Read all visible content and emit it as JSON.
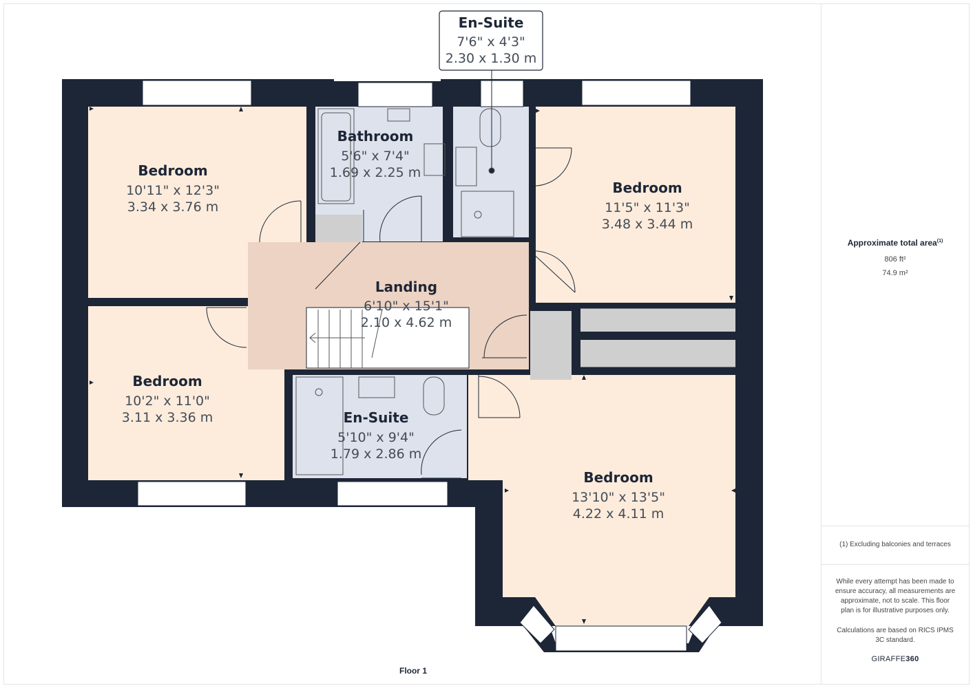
{
  "plan": {
    "callout": {
      "name": "En-Suite",
      "imperial": "7'6\" x 4'3\"",
      "metric": "2.30 x 1.30 m"
    },
    "rooms": [
      {
        "name": "Bedroom",
        "imperial": "10'11\" x 12'3\"",
        "metric": "3.34 x 3.76 m"
      },
      {
        "name": "Bathroom",
        "imperial": "5'6\" x 7'4\"",
        "metric": "1.69 x 2.25 m"
      },
      {
        "name": "Bedroom",
        "imperial": "11'5\" x 11'3\"",
        "metric": "3.48 x 3.44 m"
      },
      {
        "name": "Landing",
        "imperial": "6'10\" x 15'1\"",
        "metric": "2.10 x 4.62 m"
      },
      {
        "name": "Bedroom",
        "imperial": "10'2\" x 11'0\"",
        "metric": "3.11 x 3.36 m"
      },
      {
        "name": "En-Suite",
        "imperial": "5'10\" x 9'4\"",
        "metric": "1.79 x 2.86 m"
      },
      {
        "name": "Bedroom",
        "imperial": "13'10\" x 13'5\"",
        "metric": "4.22 x 4.11 m"
      }
    ],
    "floor_label": "Floor 1"
  },
  "info": {
    "area_title": "Approximate total area",
    "area_sup": "(1)",
    "area_ft": "806 ft²",
    "area_m": "74.9 m²",
    "footnote": "(1) Excluding balconies and terraces",
    "disclaimer": "While every attempt has been made to ensure accuracy, all measurements are approximate, not to scale. This floor plan is for illustrative purposes only.",
    "standard": "Calculations are based on RICS IPMS 3C standard.",
    "brand_a": "GIRAFFE",
    "brand_b": "360"
  },
  "colors": {
    "wall": "#1d2636",
    "bedroom": "#fdecdc",
    "wet_room": "#dde2ec",
    "landing": "#ecd3c3",
    "storage": "#cfcfcf"
  }
}
